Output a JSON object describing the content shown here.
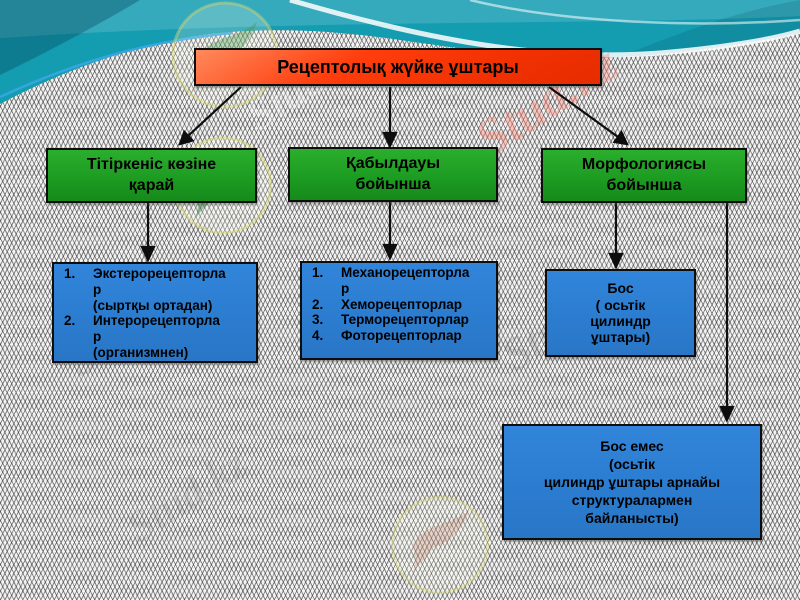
{
  "slide": {
    "watermark_text": "Stud.kz",
    "colors": {
      "band_teal": "#149cb1",
      "root_red": "#f03000",
      "branch_green": "#1d9c22",
      "leaf_blue": "#2b7ccf",
      "background_gray": "#b9b9b9",
      "text": "#000000"
    }
  },
  "diagram": {
    "root": {
      "title": "Рецептолық жүйке ұштары"
    },
    "branches": {
      "source": {
        "title": "Тітіркеніс көзіне\nқарай"
      },
      "perception": {
        "title": "Қабылдауы\nбойынша"
      },
      "morphology": {
        "title": "Морфологиясы\nбойынша"
      }
    },
    "leaves": {
      "source_list": {
        "items": [
          {
            "num": "1.",
            "text": "Экстерорецепторла\nр\n(сыртқы ортадан)"
          },
          {
            "num": "2.",
            "text": "Интерорецепторла\nр\n(организмнен)"
          }
        ]
      },
      "perception_list": {
        "items": [
          {
            "num": "1.",
            "text": "Механорецепторла\nр"
          },
          {
            "num": "2.",
            "text": "Хеморецепторлар"
          },
          {
            "num": "3.",
            "text": "Терморецепторлар"
          },
          {
            "num": "4.",
            "text": "Фоторецепторлар"
          }
        ]
      },
      "free": {
        "text": "Бос\n( осьтік\nцилиндр\nұштары)"
      },
      "non_free": {
        "text": "Бос емес\n(осьтік\nцилиндр ұштары арнайы\nструктуралармен\nбайланысты)"
      }
    }
  }
}
